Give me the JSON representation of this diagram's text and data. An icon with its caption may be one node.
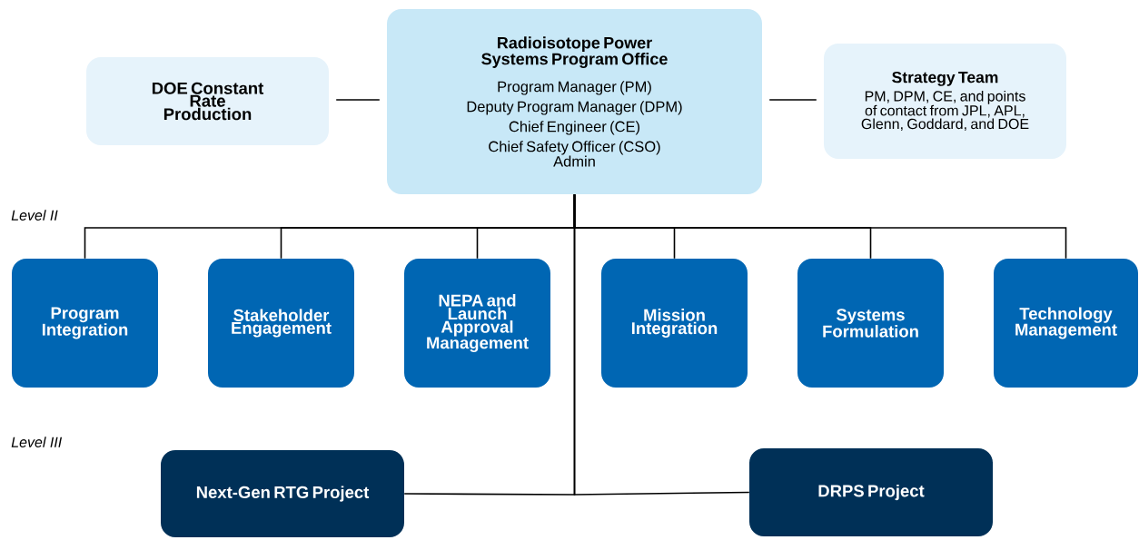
{
  "diagram": {
    "nodes": [
      {
        "text": [
          "DOE Constant Rate Production"
        ]
      },
      {
        "text": [
          "Radioisotope Power Systems Program Office",
          "Program Manager (PM)",
          "Deputy Program Manager (DPM)",
          "Chief Engineer (CE)",
          "Chief Safety Officer (CSO)",
          "Admin"
        ]
      },
      {
        "text": [
          "Strategy Team",
          "PM, DPM, CE, and points of contact from JPL, APL, Glenn, Goddard, and DOE"
        ]
      },
      {
        "text": [
          "Program Integration"
        ]
      },
      {
        "text": [
          "Stakeholder Engagement"
        ]
      },
      {
        "text": [
          "NEPA and Launch Approval Management"
        ]
      },
      {
        "text": [
          "Mission Integration"
        ]
      },
      {
        "text": [
          "Systems Formulation"
        ]
      },
      {
        "text": [
          "Technology Management"
        ]
      },
      {
        "text": [
          "Next-Gen RTG Project"
        ]
      },
      {
        "text": [
          "DRPS Project"
        ]
      }
    ],
    "edges": [
      {
        "from": 0,
        "to": 1,
        "arrow": "none"
      },
      {
        "from": 1,
        "to": 2,
        "arrow": "none"
      },
      {
        "from": 1,
        "to": 3,
        "arrow": "none"
      },
      {
        "from": 1,
        "to": 4,
        "arrow": "none"
      },
      {
        "from": 1,
        "to": 5,
        "arrow": "none"
      },
      {
        "from": 1,
        "to": 6,
        "arrow": "none"
      },
      {
        "from": 1,
        "to": 7,
        "arrow": "none"
      },
      {
        "from": 1,
        "to": 8,
        "arrow": "none"
      },
      {
        "from": 1,
        "to": 9,
        "arrow": "none"
      },
      {
        "from": 1,
        "to": 10,
        "arrow": "none"
      }
    ],
    "labels": [
      "Level II",
      "Level III"
    ]
  }
}
